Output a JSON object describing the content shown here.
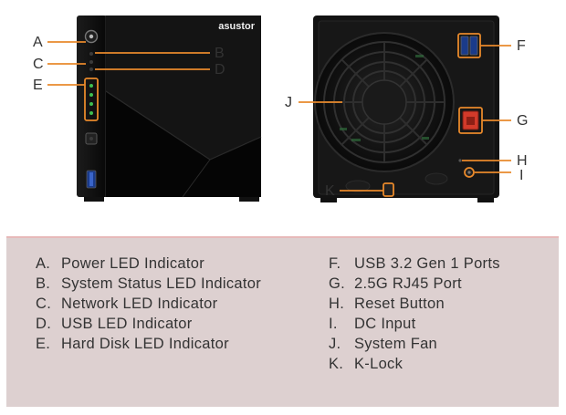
{
  "front_unit": {
    "brand": "asustor"
  },
  "callouts": {
    "A": "A",
    "B": "B",
    "C": "C",
    "D": "D",
    "E": "E",
    "F": "F",
    "G": "G",
    "H": "H",
    "I": "I",
    "J": "J",
    "K": "K"
  },
  "legend": {
    "left": [
      {
        "key": "A.",
        "label": "Power LED Indicator"
      },
      {
        "key": "B.",
        "label": "System Status LED Indicator"
      },
      {
        "key": "C.",
        "label": "Network LED Indicator"
      },
      {
        "key": "D.",
        "label": "USB LED Indicator"
      },
      {
        "key": "E.",
        "label": "Hard Disk LED Indicator"
      }
    ],
    "right": [
      {
        "key": "F.",
        "label": "USB 3.2 Gen 1 Ports"
      },
      {
        "key": "G.",
        "label": "2.5G RJ45 Port"
      },
      {
        "key": "H.",
        "label": "Reset Button"
      },
      {
        "key": "I.",
        "label": "DC Input"
      },
      {
        "key": "J.",
        "label": "System Fan"
      },
      {
        "key": "K.",
        "label": "K-Lock"
      }
    ]
  },
  "colors": {
    "callout_line": "#e8892b",
    "legend_bg": "#ddd0d0",
    "led_green": "#3fbf4f",
    "rj45_red": "#d23a2a"
  }
}
